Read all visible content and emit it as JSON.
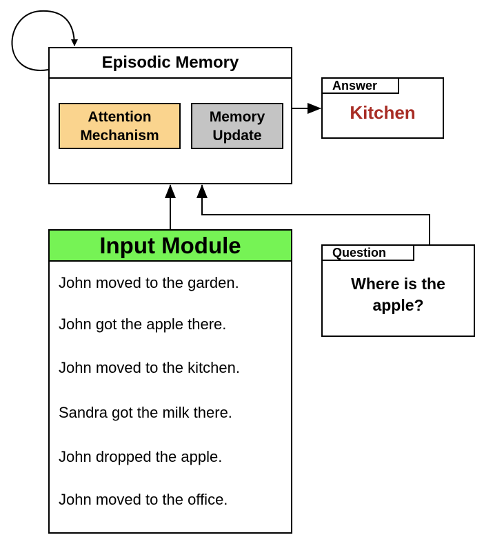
{
  "episodic_memory": {
    "title": "Episodic Memory",
    "attention": [
      "Attention",
      "Mechanism"
    ],
    "memory_update": [
      "Memory",
      "Update"
    ]
  },
  "answer": {
    "label": "Answer",
    "value": "Kitchen"
  },
  "question": {
    "label": "Question",
    "text": [
      "Where is the",
      "apple?"
    ]
  },
  "input_module": {
    "title": "Input Module",
    "sentences": [
      "John moved to the garden.",
      "John got the apple there.",
      "John moved to the kitchen.",
      "Sandra got the milk there.",
      "John dropped the apple.",
      "John moved to the office."
    ]
  },
  "colors": {
    "attention_fill": "#fad48e",
    "memory_update_fill": "#c4c4c4",
    "input_header_fill": "#76f355",
    "answer_text": "#a82d25"
  }
}
